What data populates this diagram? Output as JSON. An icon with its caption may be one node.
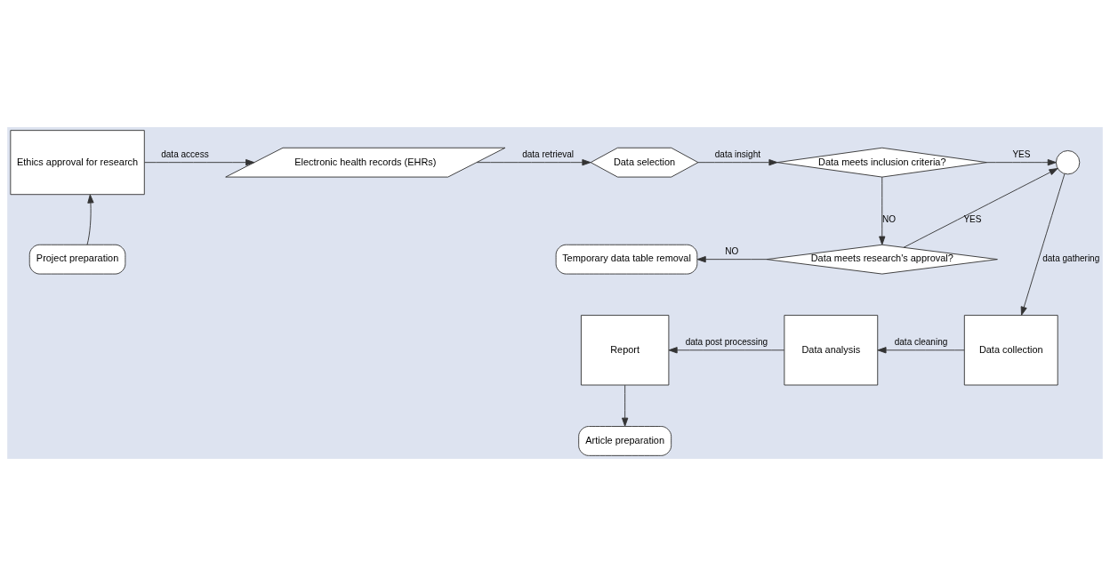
{
  "diagram": {
    "nodes": [
      {
        "text": [
          "Ethics approval for research"
        ]
      },
      {
        "text": [
          "Electronic health records (EHRs)"
        ]
      },
      {
        "text": [
          "Data selection"
        ]
      },
      {
        "text": [
          "Data meets inclusion criteria?"
        ]
      },
      {
        "text": [],
        "shape": "circle"
      },
      {
        "text": [
          "Project preparation"
        ]
      },
      {
        "text": [
          "Temporary data table removal"
        ]
      },
      {
        "text": [
          "Data meets research's approval?"
        ]
      },
      {
        "text": [
          "Report"
        ]
      },
      {
        "text": [
          "Data analysis"
        ]
      },
      {
        "text": [
          "Data collection"
        ]
      },
      {
        "text": [
          "Article preparation"
        ]
      }
    ],
    "edges": [
      {
        "from": 5,
        "to": 0,
        "arrow": "to"
      },
      {
        "from": 0,
        "to": 1,
        "arrow": "to",
        "label": "data access"
      },
      {
        "from": 1,
        "to": 2,
        "arrow": "to",
        "label": "data retrieval"
      },
      {
        "from": 2,
        "to": 3,
        "arrow": "to",
        "label": "data insight"
      },
      {
        "from": 3,
        "to": 4,
        "arrow": "to",
        "label": "YES"
      },
      {
        "from": 3,
        "to": 7,
        "arrow": "to",
        "label": "NO"
      },
      {
        "from": 7,
        "to": 6,
        "arrow": "to",
        "label": "NO"
      },
      {
        "from": 7,
        "to": 4,
        "arrow": "to",
        "label": "YES"
      },
      {
        "from": 4,
        "to": 10,
        "arrow": "to",
        "label": "data gathering"
      },
      {
        "from": 10,
        "to": 9,
        "arrow": "to",
        "label": "data cleaning"
      },
      {
        "from": 9,
        "to": 8,
        "arrow": "to",
        "label": "data post processing"
      },
      {
        "from": 8,
        "to": 11,
        "arrow": "to"
      }
    ]
  }
}
